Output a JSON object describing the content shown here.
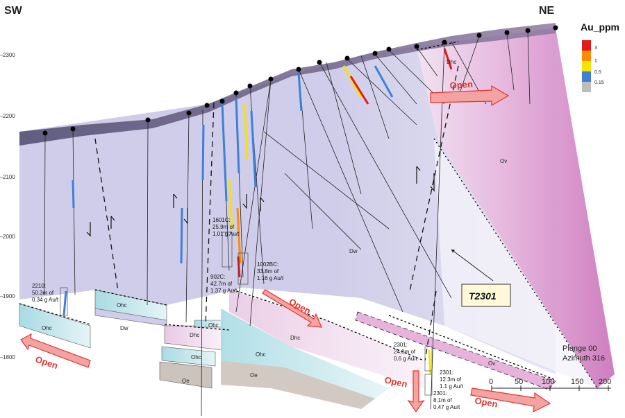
{
  "directions": {
    "left": "SW",
    "right": "NE"
  },
  "elevations": [
    "2300",
    "2200",
    "2100",
    "2000",
    "1900",
    "1800"
  ],
  "legend": {
    "title": "Au_ppm",
    "items": [
      {
        "label": "3",
        "color": "#e31a1c"
      },
      {
        "label": "1",
        "color": "#ff8c00"
      },
      {
        "label": "0.5",
        "color": "#f5e400"
      },
      {
        "label": "0.15",
        "color": "#3f7fd9"
      },
      {
        "label": "",
        "color": "#bdbdbd"
      }
    ]
  },
  "units": {
    "dhc_top": "Dhc",
    "ov": "Ov",
    "dw_center": "Dw",
    "ohc_left": "Ohc",
    "ohc_block": "Ohc",
    "dw_block": "Dw",
    "ohc_small": "Ohc",
    "dhc_mid": "Dhc",
    "ohc_mid": "Ohc",
    "oe_left": "Oe",
    "ohc_center": "Ohc",
    "oe_center": "Oe",
    "dhc_center": "Dhc",
    "ov_bottom": "Ov"
  },
  "intercepts": [
    {
      "lines": [
        "2210:",
        "50.3m of",
        "0.34 g Au/t"
      ]
    },
    {
      "lines": [
        "1601C:",
        "25.9m of",
        "1.01 g Au/t"
      ]
    },
    {
      "lines": [
        "902C:",
        "42.7m of",
        "1.37 g Au/t"
      ]
    },
    {
      "lines": [
        "1002BC:",
        "33.8m of",
        "1.16 g Au/t"
      ]
    },
    {
      "lines": [
        "2301:",
        "24.8m of",
        "0.6 g Au/t"
      ]
    },
    {
      "lines": [
        "2301:",
        "12.3m of",
        "1.1 g Au/t"
      ]
    },
    {
      "lines": [
        "2301:",
        "8.1m of",
        "0.47 g Au/t"
      ]
    }
  ],
  "open_labels": [
    "Open",
    "Open",
    "Open",
    "Open",
    "Open"
  ],
  "callout": "T2301",
  "view": {
    "plunge": "Plunge 00",
    "azimuth": "Azimuth 316"
  },
  "scale_bar": {
    "ticks": [
      "0",
      "50",
      "100",
      "150",
      "200"
    ]
  }
}
